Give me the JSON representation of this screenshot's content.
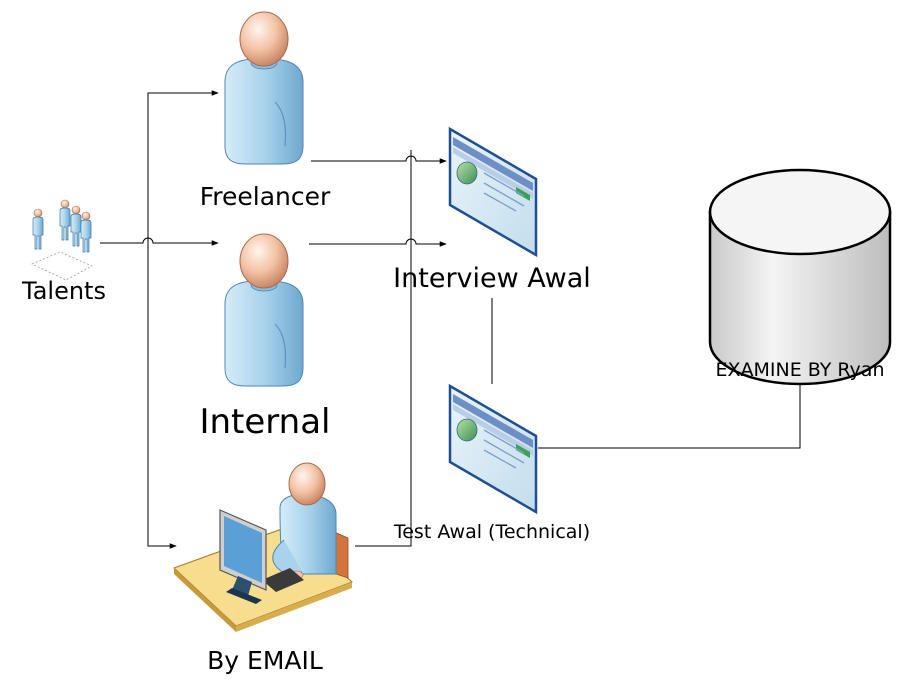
{
  "nodes": {
    "talents": {
      "label": "Talents"
    },
    "freelancer": {
      "label": "Freelancer"
    },
    "internal": {
      "label": "Internal"
    },
    "by_email": {
      "label": "By EMAIL"
    },
    "interview_awal": {
      "label": "Interview Awal"
    },
    "test_awal": {
      "label": "Test Awal (Technical)"
    },
    "examiner": {
      "label": "EXAMINE BY Ryan"
    }
  },
  "colors": {
    "person_body": "#a9d3ec",
    "person_head": "#f3c2a4",
    "line": "#000000",
    "browser_frame": "#1e4f93",
    "desk_top": "#f7dd8d",
    "cylinder_fill": "#e6e6e6"
  }
}
